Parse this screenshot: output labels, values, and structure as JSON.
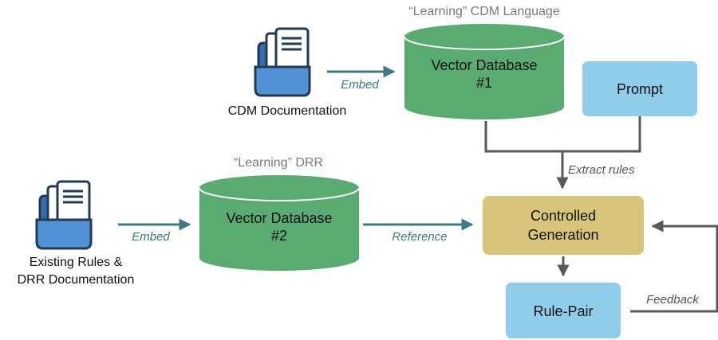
{
  "colors": {
    "db_green": "#5aab72",
    "db_green_dark": "#4a9a62",
    "light_blue": "#8fcdeb",
    "gold": "#d8c57a",
    "teal_arrow": "#3b7b82",
    "gray_arrow": "#595959",
    "teal_text": "#3b7b82",
    "gray_text": "#555555",
    "folder_blue": "#4f93d6",
    "folder_dark": "#243a52"
  },
  "captions": {
    "learning_cdm": "“Learning” CDM Language",
    "learning_drr": "“Learning” DRR"
  },
  "sources": {
    "cdm_doc": "CDM Documentation",
    "rules_line1": "Existing Rules &",
    "rules_line2": "DRR Documentation"
  },
  "nodes": {
    "vdb1_line1": "Vector Database",
    "vdb1_line2": "#1",
    "vdb2_line1": "Vector Database",
    "vdb2_line2": "#2",
    "prompt": "Prompt",
    "controlled_line1": "Controlled",
    "controlled_line2": "Generation",
    "rule_pair": "Rule-Pair"
  },
  "edges": {
    "embed_top": "Embed",
    "embed_bottom": "Embed",
    "reference": "Reference",
    "extract_rules": "Extract rules",
    "feedback": "Feedback"
  },
  "icons": [
    "folder-document-icon",
    "folder-document-icon"
  ]
}
